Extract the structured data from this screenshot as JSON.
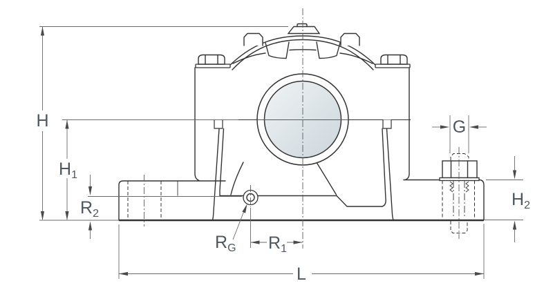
{
  "page": {
    "title": "Bearing housing dimension drawing",
    "background": "#ffffff"
  },
  "figure": {
    "description": "Front view of a split plummer block bearing housing with dimension annotations",
    "outline_color": "#333333",
    "dimension_line_color": "#6a6a6a",
    "arrow_color": "#4a4a4a",
    "centerline_color": "#5a5a5a",
    "label_color": "#4e5761",
    "bore_fill_start": "#f0f3f5",
    "bore_fill_end": "#cbd6dc"
  },
  "labels": {
    "H": {
      "base": "H",
      "sub": ""
    },
    "H1": {
      "base": "H",
      "sub": "1"
    },
    "R2": {
      "base": "R",
      "sub": "2"
    },
    "RG": {
      "base": "R",
      "sub": "G"
    },
    "R1": {
      "base": "R",
      "sub": "1"
    },
    "L": {
      "base": "L",
      "sub": ""
    },
    "G": {
      "base": "G",
      "sub": ""
    },
    "H2": {
      "base": "H",
      "sub": "2"
    }
  }
}
